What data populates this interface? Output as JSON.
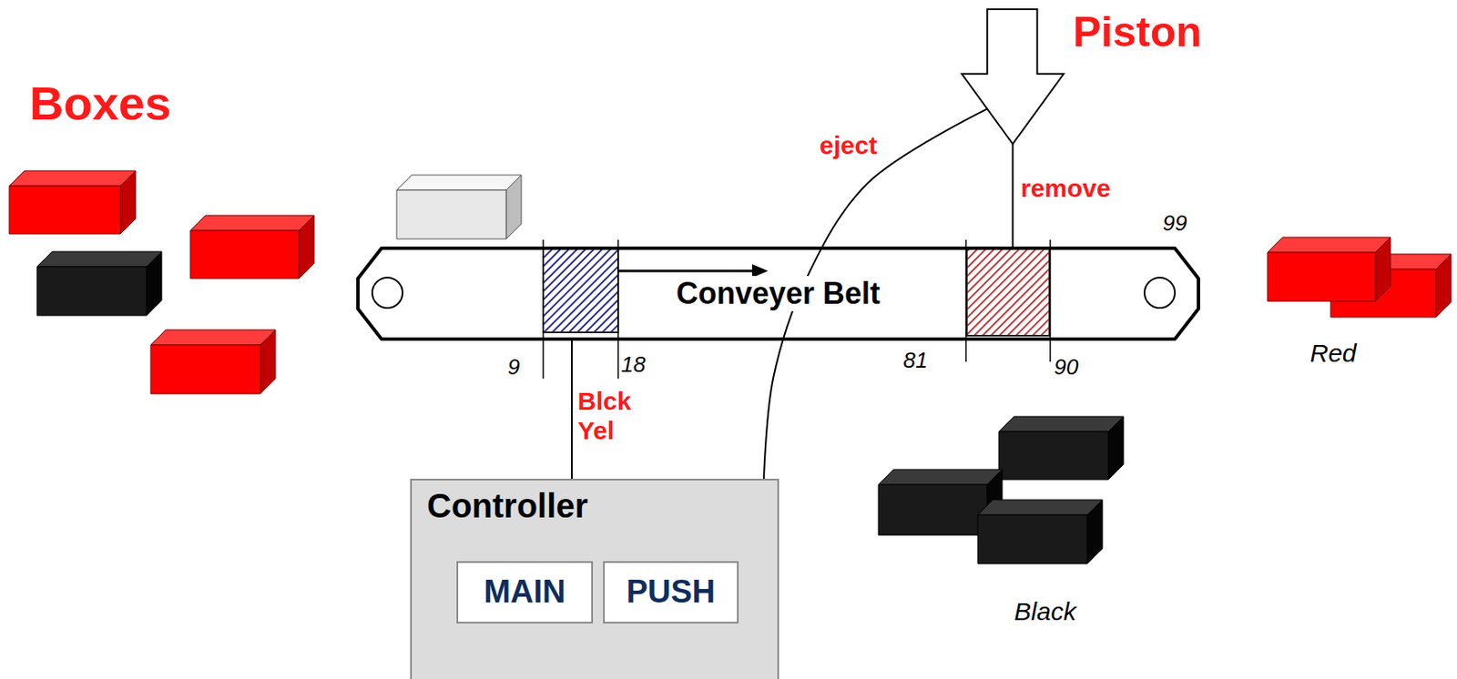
{
  "diagram": {
    "nodes": [
      {
        "text": [
          "Piston"
        ]
      },
      {
        "text": [
          "Conveyer Belt"
        ]
      },
      {
        "text": [
          "Controller"
        ]
      },
      {
        "text": [
          "MAIN"
        ],
        "in": 2
      },
      {
        "text": [
          "PUSH"
        ],
        "in": 2
      }
    ],
    "edges": [
      {
        "from": 1,
        "to": 2,
        "label": "Blck Yel",
        "arrow": "none"
      },
      {
        "from": 2,
        "to": 0,
        "label": "eject",
        "arrow": "none"
      },
      {
        "from": 0,
        "to": 1,
        "label": "remove",
        "arrow": "none"
      }
    ],
    "labels": [
      "Boxes",
      "9",
      "18",
      "81",
      "90",
      "99",
      "Red",
      "Black"
    ]
  }
}
